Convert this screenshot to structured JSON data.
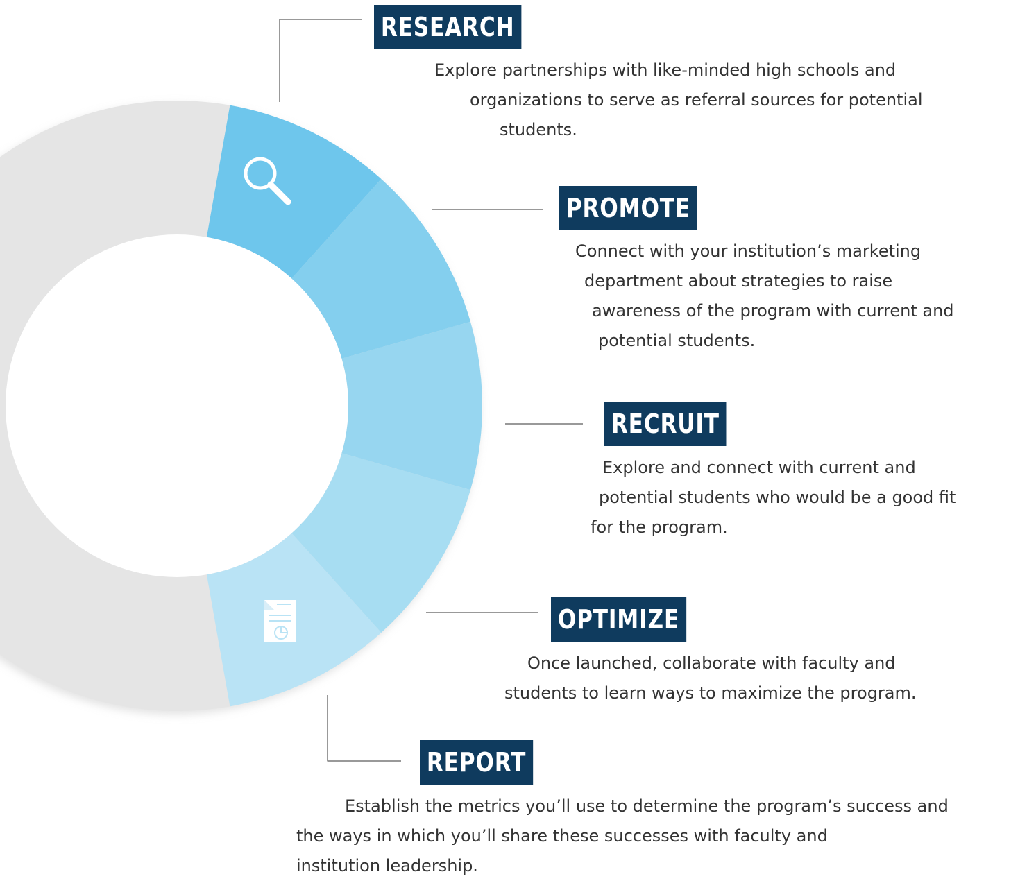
{
  "colors": {
    "heading_bg": "#0f3b5e",
    "ring_base": "#e5e5e5",
    "segments": [
      "#6ec6ec",
      "#84cfee",
      "#97d6f0",
      "#a7ddf2",
      "#b9e3f5"
    ]
  },
  "icons": {
    "research": "magnifier-icon",
    "report": "report-document-icon"
  },
  "steps": [
    {
      "heading": "RESEARCH",
      "lines": [
        "Explore partnerships with like-minded high schools and",
        "organizations to serve as referral sources for potential",
        "students."
      ]
    },
    {
      "heading": "PROMOTE",
      "lines": [
        "Connect with your institution’s marketing",
        "department about strategies to raise",
        "awareness of the program with current and",
        "potential students."
      ]
    },
    {
      "heading": "RECRUIT",
      "lines": [
        "Explore and connect with current and",
        "potential students who would be a good fit",
        "for the program."
      ]
    },
    {
      "heading": "OPTIMIZE",
      "lines": [
        "Once launched, collaborate with faculty and",
        "students to learn ways to maximize the program."
      ]
    },
    {
      "heading": "REPORT",
      "lines": [
        "Establish the metrics you’ll use to determine the program’s success and",
        "the ways in which you’ll share these successes with faculty and",
        "institution leadership."
      ]
    }
  ]
}
